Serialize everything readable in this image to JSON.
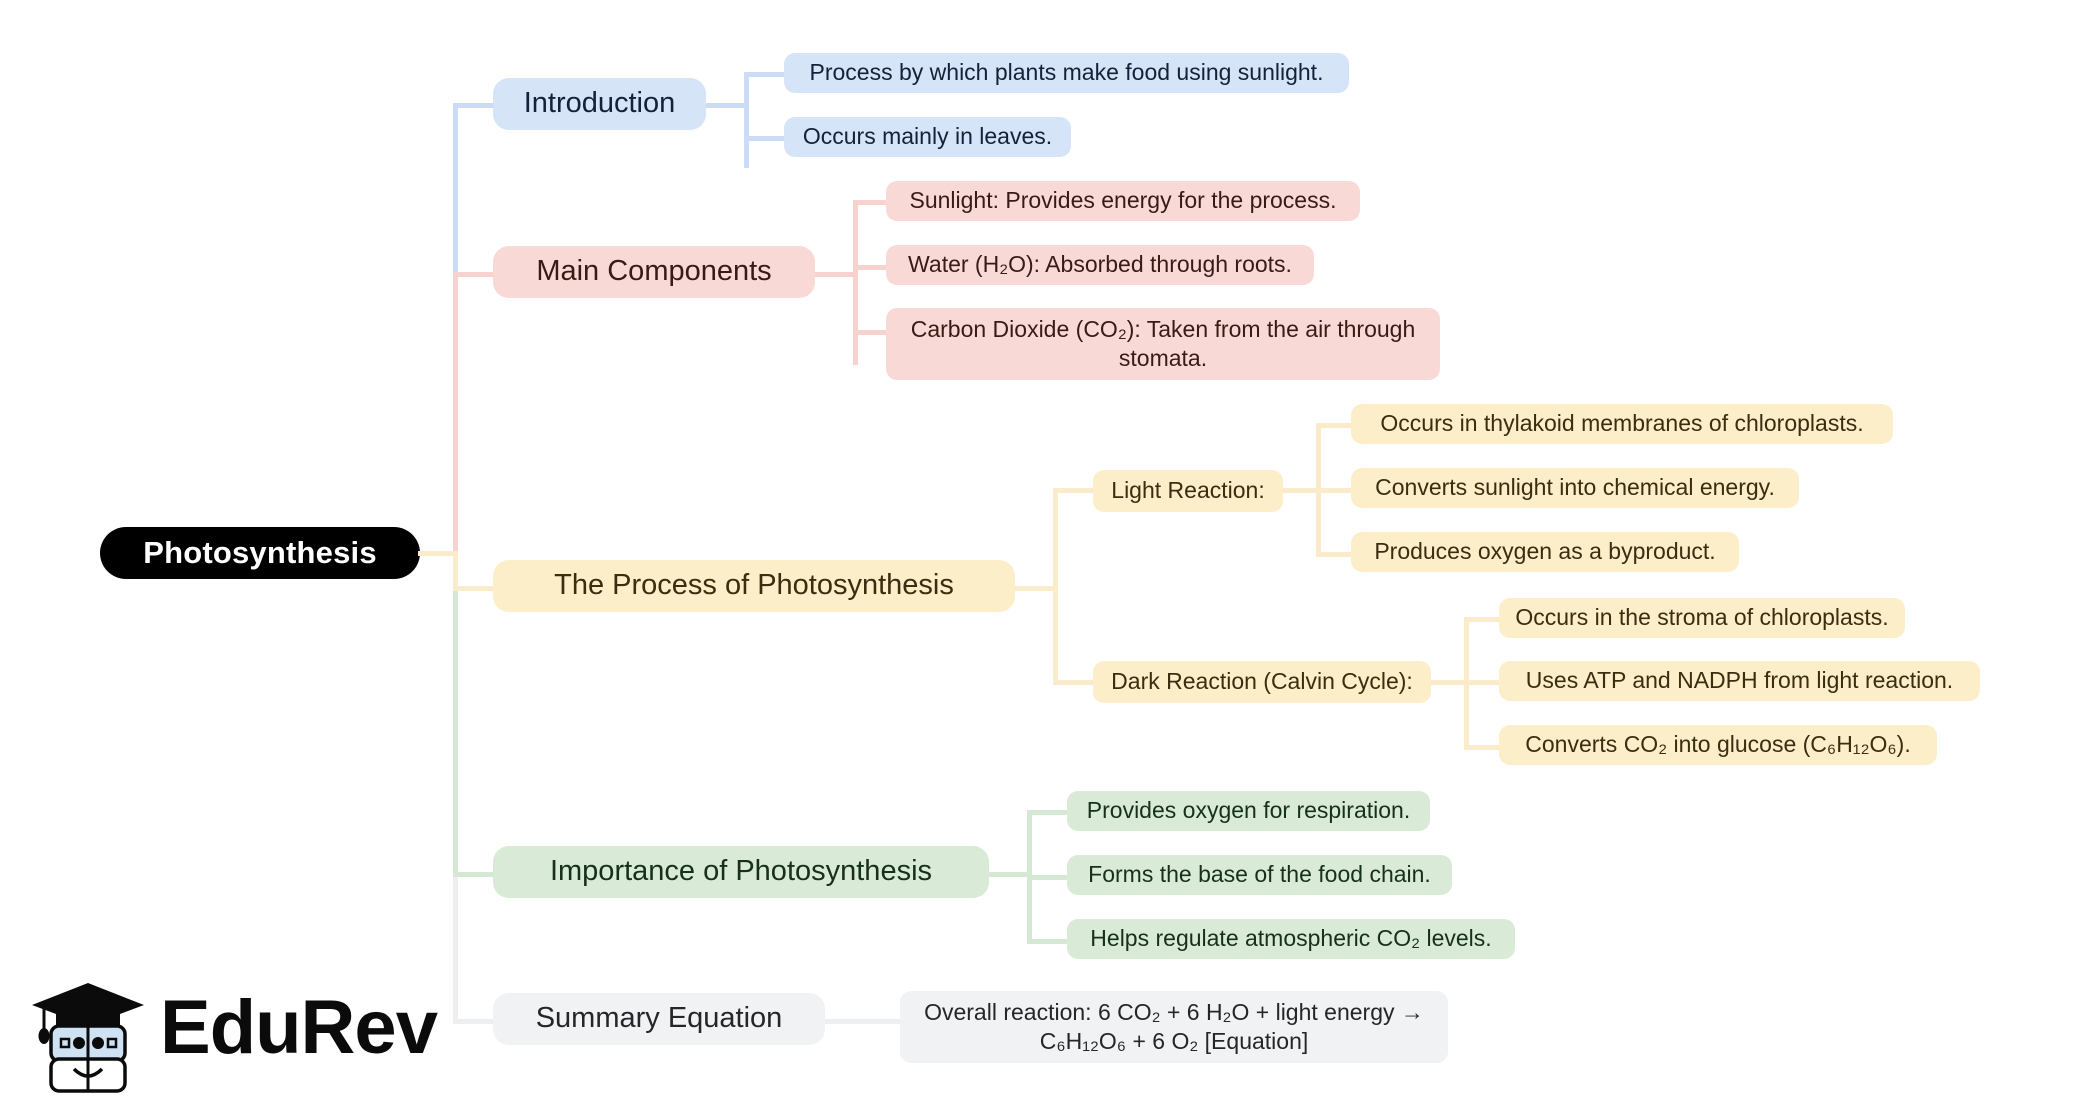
{
  "diagram": {
    "type": "mind-map",
    "root": {
      "label": "Photosynthesis"
    },
    "palette": {
      "blue_node": "#d6e4f8",
      "blue_line": "#cddcf6",
      "pink_node": "#f9d9d5",
      "pink_line": "#f6d3cf",
      "yellow_node": "#fbeec9",
      "yellow_line": "#faeccb",
      "green_node": "#d9ead7",
      "green_line": "#d5e8d4",
      "grey_node": "#f1f2f4",
      "grey_line": "#eceef0",
      "root_node": "#000000",
      "root_text": "#ffffff",
      "background": "#ffffff"
    },
    "branches": [
      {
        "id": "introduction",
        "label": "Introduction",
        "color": "blue",
        "children": [
          {
            "label": "Process by which plants make food using sunlight."
          },
          {
            "label": "Occurs mainly in leaves."
          }
        ]
      },
      {
        "id": "main-components",
        "label": "Main Components",
        "color": "pink",
        "children": [
          {
            "label": "Sunlight: Provides energy for the process."
          },
          {
            "label": "Water (H₂O): Absorbed through roots."
          },
          {
            "label": "Carbon Dioxide (CO₂): Taken from the air through stomata."
          }
        ]
      },
      {
        "id": "the-process",
        "label": "The Process of Photosynthesis",
        "color": "yellow",
        "children": [
          {
            "label": "Light Reaction:",
            "children": [
              {
                "label": "Occurs in thylakoid membranes of chloroplasts."
              },
              {
                "label": "Converts sunlight into chemical energy."
              },
              {
                "label": "Produces oxygen as a byproduct."
              }
            ]
          },
          {
            "label": "Dark Reaction (Calvin Cycle):",
            "children": [
              {
                "label": "Occurs in the stroma of chloroplasts."
              },
              {
                "label": "Uses ATP and NADPH from light reaction."
              },
              {
                "label": "Converts CO₂ into glucose (C₆H₁₂O₆)."
              }
            ]
          }
        ]
      },
      {
        "id": "importance",
        "label": "Importance of Photosynthesis",
        "color": "green",
        "children": [
          {
            "label": "Provides oxygen for respiration."
          },
          {
            "label": "Forms the base of the food chain."
          },
          {
            "label": "Helps regulate atmospheric CO₂ levels."
          }
        ]
      },
      {
        "id": "summary-equation",
        "label": "Summary Equation",
        "color": "grey",
        "children": [
          {
            "label": "Overall reaction: 6 CO₂ + 6 H₂O + light energy → C₆H₁₂O₆ + 6 O₂ [Equation]"
          }
        ]
      }
    ]
  },
  "logo": {
    "wordmark": "EduRev",
    "cap_icon": "graduation-cap-icon",
    "books_icon": "stacked-books-face-icon"
  }
}
